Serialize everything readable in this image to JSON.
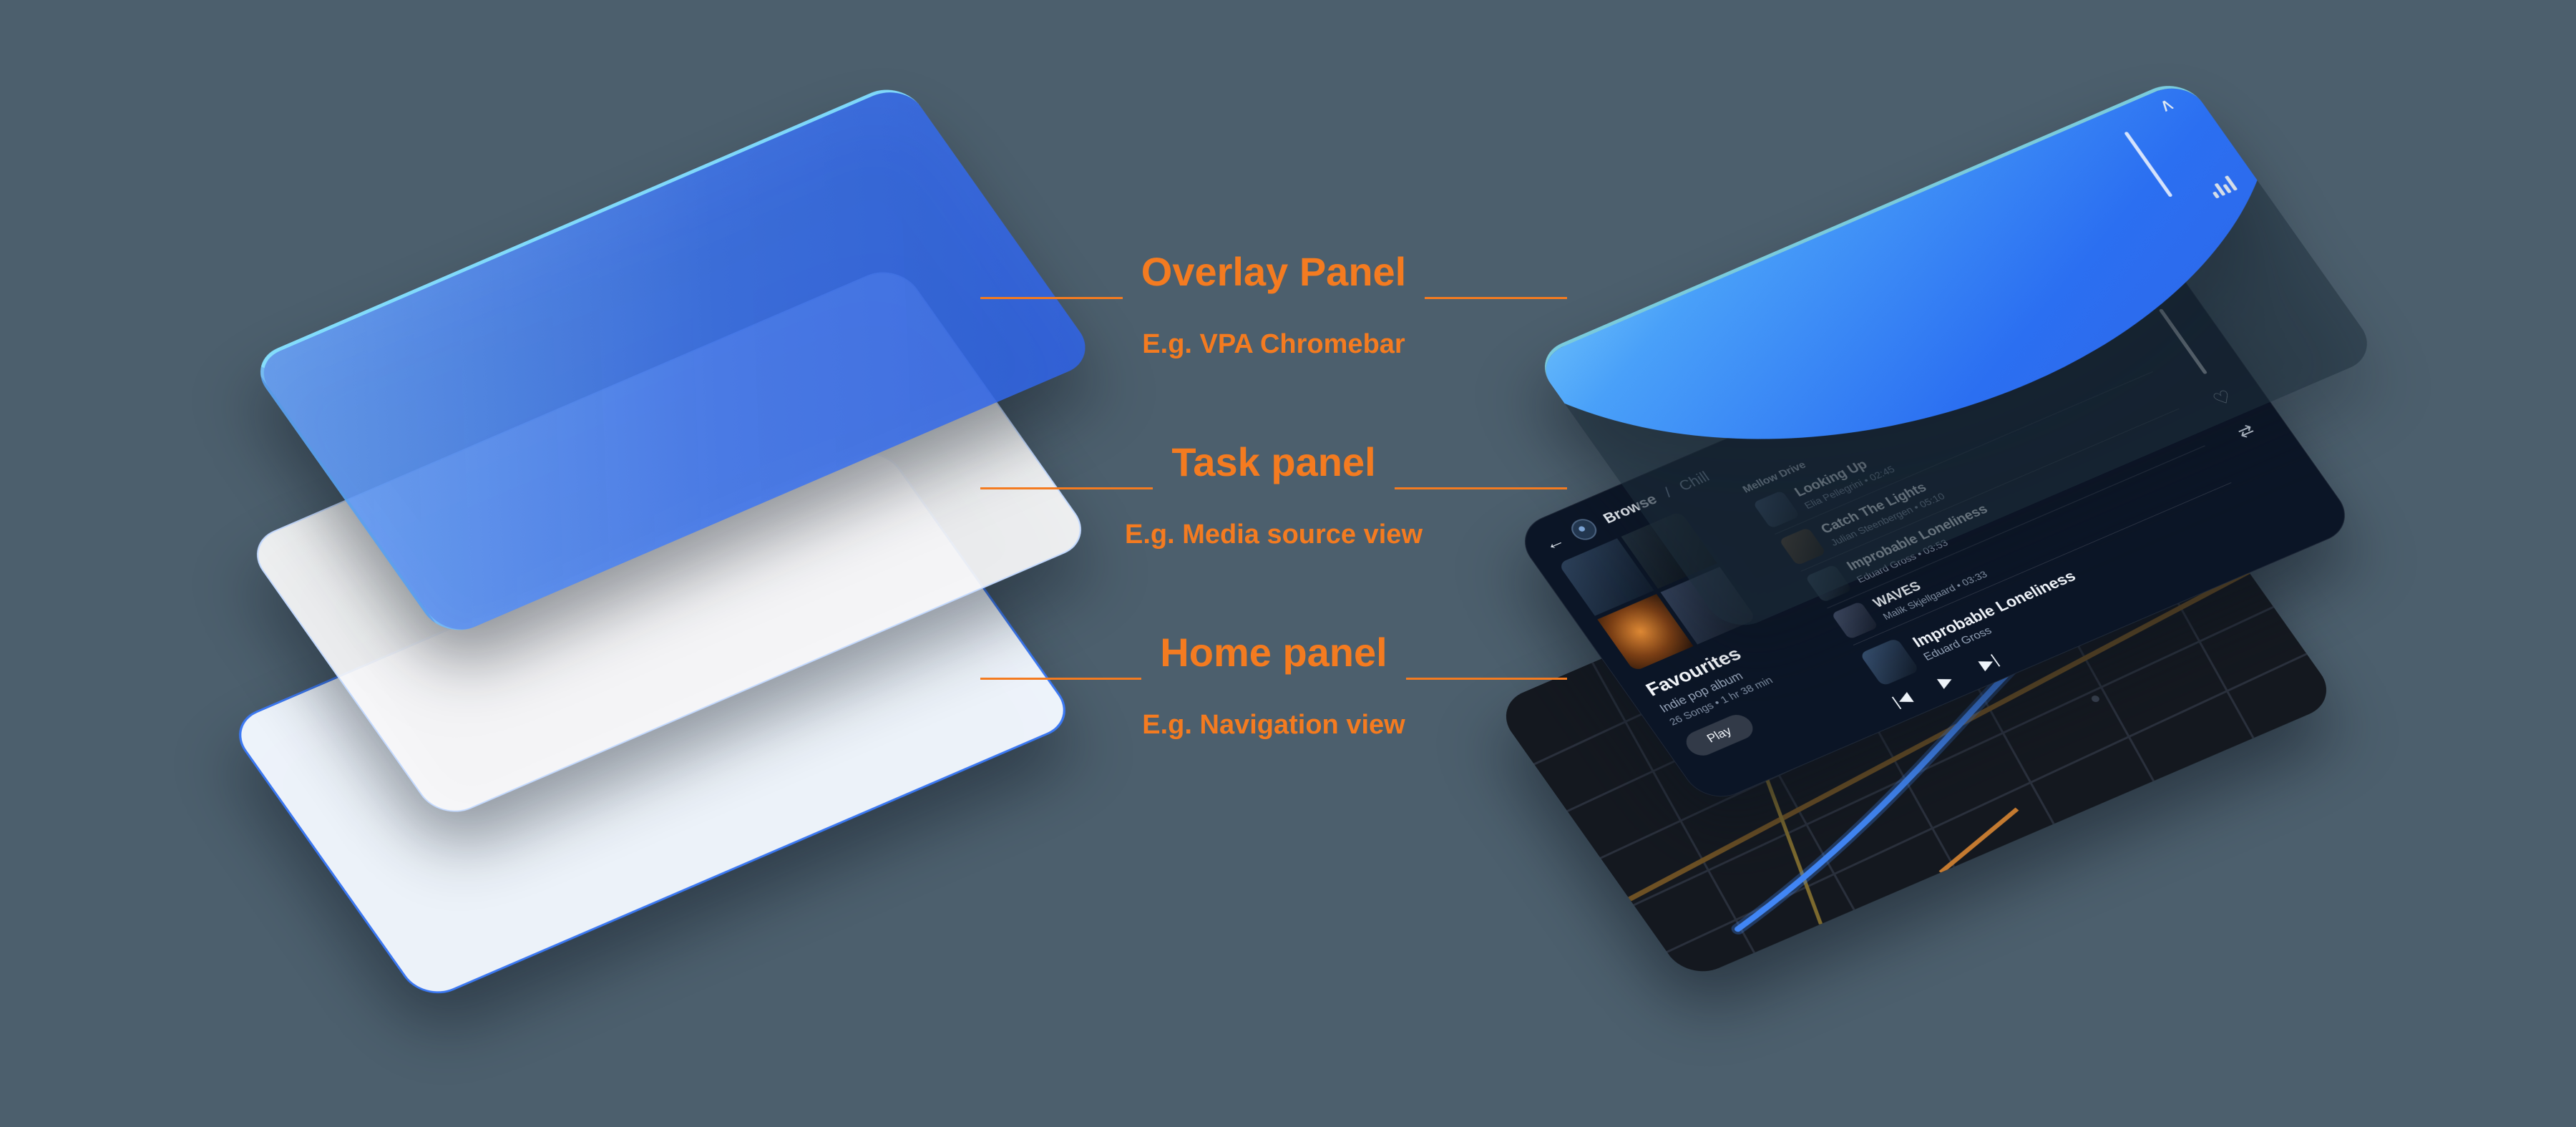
{
  "page": {
    "background_color": "#4c5f6d",
    "accent_color": "#f47b20"
  },
  "callouts": [
    {
      "title": "Overlay Panel",
      "subtitle": "E.g. VPA Chromebar"
    },
    {
      "title": "Task panel",
      "subtitle": "E.g. Media source view"
    },
    {
      "title": "Home panel",
      "subtitle": "E.g. Navigation view"
    }
  ],
  "overlay_panel": {
    "chevron_icon": "∧"
  },
  "media_panel": {
    "back_icon": "←",
    "browse_label": "Browse",
    "breadcrumb_separator": "/",
    "filter_label": "Chill",
    "section_label": "Mellow Drive",
    "chevron_icon": "∧",
    "heart_icon": "♡",
    "shuffle_icon": "⇄",
    "playlist": {
      "title": "Favourites",
      "subtitle": "Indie pop album",
      "meta": "26 Songs • 1 hr 38 min",
      "play_label": "Play"
    },
    "tracks": [
      {
        "title": "Looking Up",
        "meta": "Elia Pellegrini • 02:45"
      },
      {
        "title": "Catch The Lights",
        "meta": "Julian Steenbergen • 05:10"
      },
      {
        "title": "Improbable Loneliness",
        "meta": "Eduard Gross • 03:53"
      },
      {
        "title": "WAVES",
        "meta": "Malik Skjellgaard • 03:33"
      }
    ],
    "now_playing": {
      "title": "Improbable Loneliness",
      "artist": "Eduard Gross"
    },
    "transport": {
      "prev": "|◀",
      "play": "▶",
      "next": "▶|"
    }
  }
}
